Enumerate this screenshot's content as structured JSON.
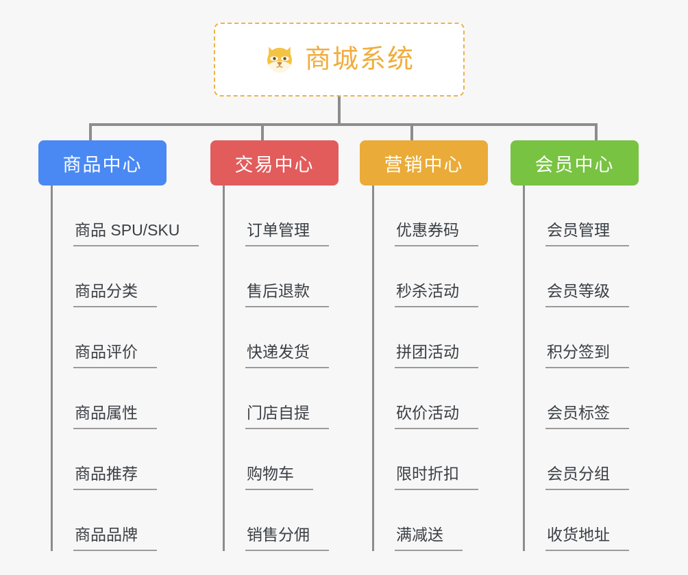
{
  "diagram": {
    "type": "mind-map",
    "background_color": "#f7f7f7",
    "root": {
      "title": "商城系统",
      "icon": "dog-face-icon",
      "text_color": "#f0ad3e",
      "border_color": "#edb24a",
      "border_style": "dashed"
    },
    "connector_color": "#8c8c8c",
    "branches": [
      {
        "label": "商品中心",
        "color": "#4a89f3",
        "items": [
          "商品 SPU/SKU",
          "商品分类",
          "商品评价",
          "商品属性",
          "商品推荐",
          "商品品牌"
        ]
      },
      {
        "label": "交易中心",
        "color": "#e25c5c",
        "items": [
          "订单管理",
          "售后退款",
          "快递发货",
          "门店自提",
          "购物车",
          "销售分佣"
        ]
      },
      {
        "label": "营销中心",
        "color": "#eaab38",
        "items": [
          "优惠券码",
          "秒杀活动",
          "拼团活动",
          "砍价活动",
          "限时折扣",
          "满减送"
        ]
      },
      {
        "label": "会员中心",
        "color": "#78c342",
        "items": [
          "会员管理",
          "会员等级",
          "积分签到",
          "会员标签",
          "会员分组",
          "收货地址"
        ]
      }
    ]
  }
}
